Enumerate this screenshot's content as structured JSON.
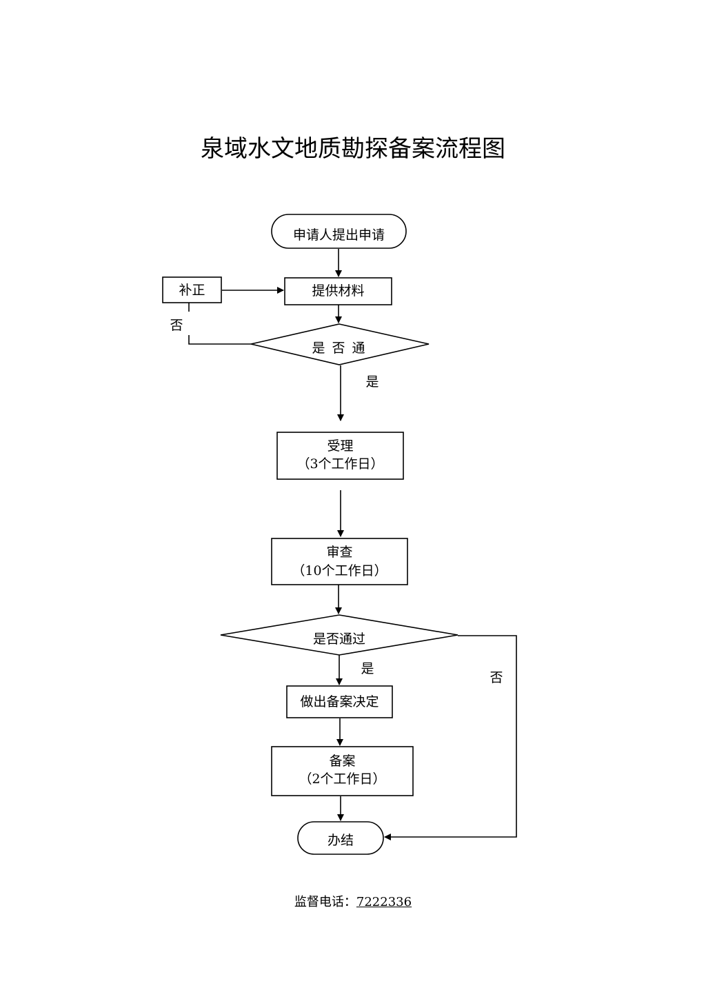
{
  "title": "泉域水文地质勘探备案流程图",
  "nodes": {
    "start": "申请人提出申请",
    "correction": "补正",
    "materials": "提供材料",
    "check1": "是 否 通",
    "accept": "受理",
    "accept_time": "（3个工作日）",
    "review": "审查",
    "review_time": "（10个工作日）",
    "check2": "是否通过",
    "decision": "做出备案决定",
    "record": "备案",
    "record_time": "（2个工作日）",
    "end": "办结"
  },
  "edge_labels": {
    "no_left": "否",
    "yes1": "是",
    "yes2": "是",
    "no_right": "否"
  },
  "footer": {
    "label": "监督电话：",
    "phone": "7222336"
  }
}
